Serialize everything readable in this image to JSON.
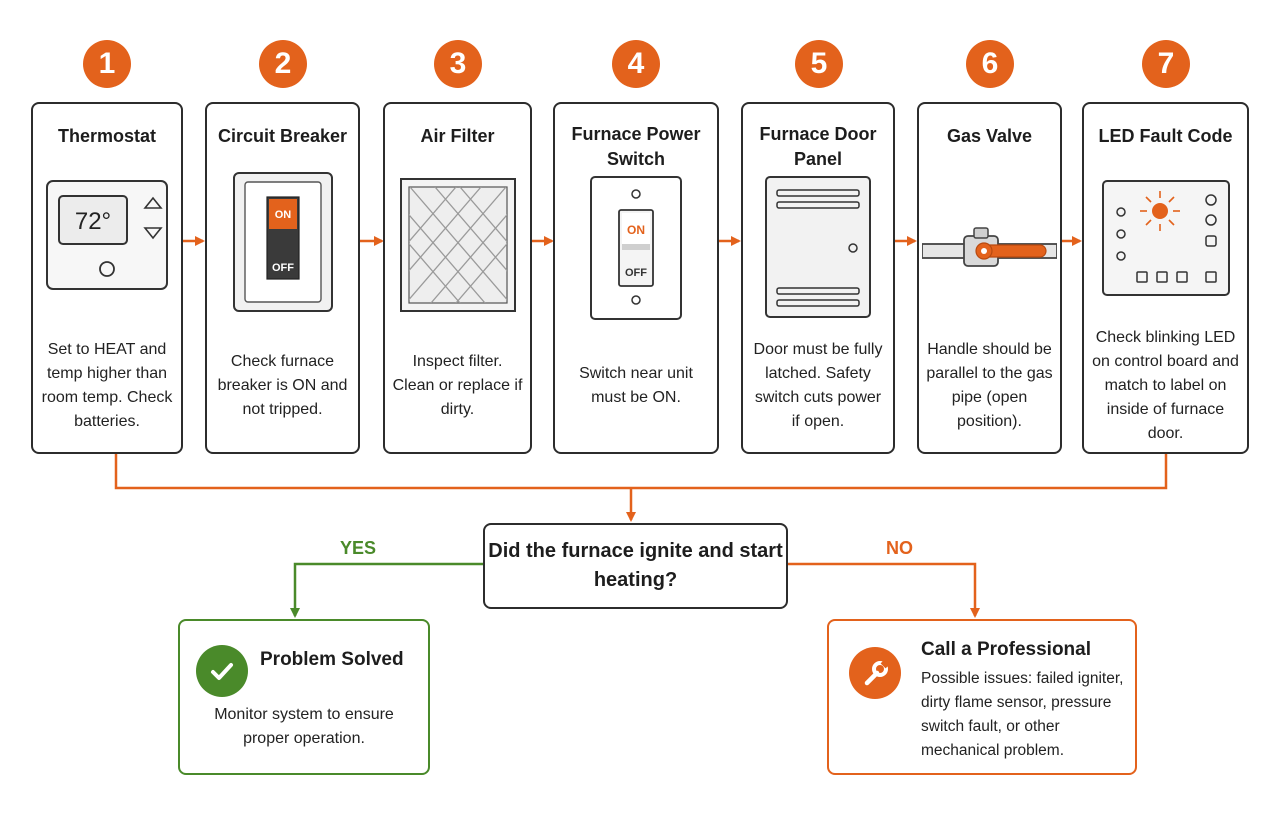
{
  "steps": [
    {
      "number": "1",
      "title": "Thermostat",
      "text": "Set to HEAT and temp higher than room temp. Check batteries.",
      "display": "72°"
    },
    {
      "number": "2",
      "title": "Circuit Breaker",
      "text": "Check furnace breaker is ON and not tripped.",
      "on_label": "ON",
      "off_label": "OFF"
    },
    {
      "number": "3",
      "title": "Air Filter",
      "text": "Inspect filter. Clean or replace if dirty."
    },
    {
      "number": "4",
      "title": "Furnace Power Switch",
      "text": "Switch near unit must be ON.",
      "on_label": "ON",
      "off_label": "OFF"
    },
    {
      "number": "5",
      "title": "Furnace Door Panel",
      "text": "Door must be fully latched. Safety switch cuts power if open."
    },
    {
      "number": "6",
      "title": "Gas Valve",
      "text": "Handle should be parallel to the gas pipe (open position)."
    },
    {
      "number": "7",
      "title": "LED Fault Code",
      "text": "Check blinking LED on control board and match to label on inside of furnace door."
    }
  ],
  "decision": {
    "question": "Did the furnace ignite and start heating?",
    "yes_label": "YES",
    "no_label": "NO"
  },
  "outcomes": {
    "solved": {
      "title": "Problem Solved",
      "text": "Monitor system to ensure proper operation.",
      "icon": "checkmark-icon"
    },
    "professional": {
      "title": "Call a Professional",
      "text": "Possible issues: failed igniter, dirty flame sensor, pressure switch fault, or other mechanical problem.",
      "icon": "wrench-icon"
    }
  },
  "colors": {
    "accent": "#e3621c",
    "success": "#4a8a2a",
    "border": "#2c2c2c"
  }
}
